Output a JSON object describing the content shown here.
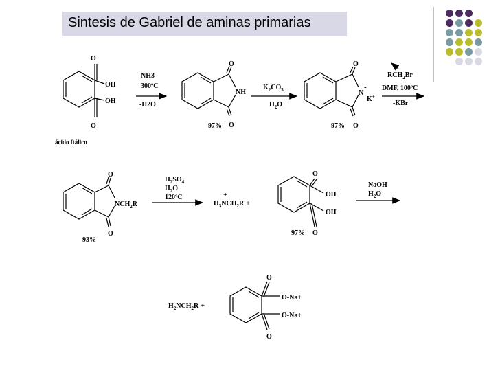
{
  "title": "Sintesis de Gabriel de aminas primarias",
  "decor_dots": {
    "colors": [
      "#4b2a5e",
      "#7a9ba2",
      "#b9bd2f",
      "#d9d9e4"
    ],
    "grid": [
      [
        0,
        0,
        0,
        null
      ],
      [
        0,
        1,
        0,
        2
      ],
      [
        1,
        1,
        2,
        2
      ],
      [
        1,
        2,
        2,
        1
      ],
      [
        2,
        2,
        1,
        3
      ],
      [
        null,
        3,
        3,
        3
      ]
    ]
  },
  "row1": {
    "acid": {
      "o_top": "O",
      "oh1": "OH",
      "oh2": "OH",
      "o_bot": "O",
      "name": "ácido ftálico"
    },
    "step1": {
      "line1": "NH3",
      "line2": "300ºC",
      "line3": "-H2O"
    },
    "phthalimide": {
      "o_top": "O",
      "nh": "NH",
      "o_bot": "O",
      "yield": "97%"
    },
    "step2": {
      "reagent_k": "K",
      "reagent_k2": "2",
      "reagent_co": "CO",
      "reagent_co3": "3",
      "below_h": "H",
      "below_2": "2",
      "below_o": "O"
    },
    "salt": {
      "o_top": "O",
      "n": "N",
      "minus": "-",
      "k": "K",
      "plus": "+",
      "o_bot": "O",
      "yield": "97%"
    },
    "step3": {
      "r1_pre": "RCH",
      "r1_sub": "2",
      "r1_post": "Br",
      "r2": "DMF, 100ºC",
      "r3": "-KBr"
    }
  },
  "row2": {
    "nalkyl": {
      "o_top": "O",
      "n_pre": "NCH",
      "n_sub": "2",
      "n_post": "R",
      "o_bot": "O",
      "yield": "93%"
    },
    "step4": {
      "l1": "H",
      "l1s": "2",
      "l1b": "SO",
      "l1c": "4",
      "l2": "H",
      "l2s": "2",
      "l2b": "O",
      "l3": "120ºC"
    },
    "amine": {
      "plus_top": "+",
      "h": "H",
      "h3": "3",
      "nch": "NCH",
      "sub2": "2",
      "r": "R",
      "plus": "+"
    },
    "acid2": {
      "o_top": "O",
      "oh1": "OH",
      "oh2": "OH",
      "o_bot": "O",
      "yield": "97%"
    },
    "step5": {
      "l1": "NaOH",
      "l2": "H",
      "l2s": "2",
      "l2b": "O"
    }
  },
  "row3": {
    "amine": {
      "h": "H",
      "h2": "2",
      "nch": "NCH",
      "sub2": "2",
      "r": "R",
      "plus": "+"
    },
    "salt": {
      "o_top": "O",
      "ona1": "O-Na+",
      "ona2": "O-Na+",
      "o_bot": "O"
    }
  }
}
